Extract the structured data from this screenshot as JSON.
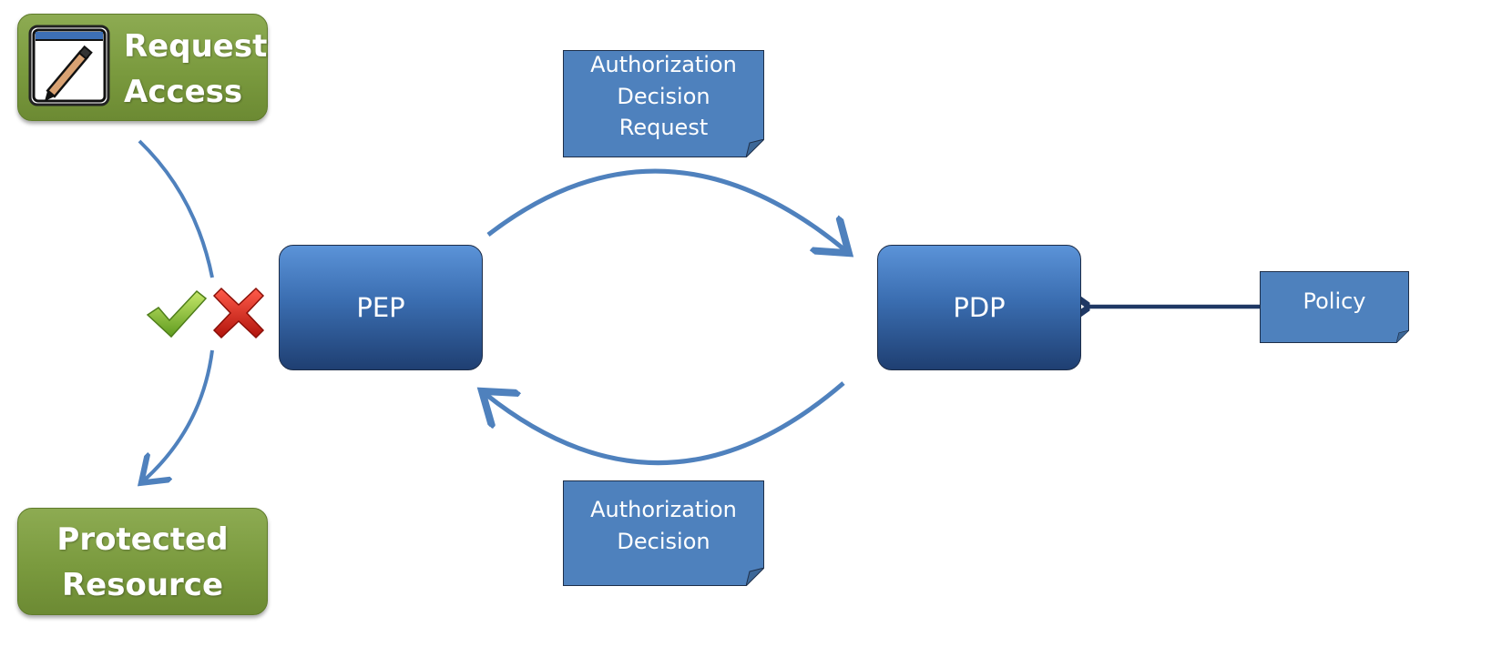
{
  "nodes": {
    "request_access": {
      "label": "Request\nAccess"
    },
    "protected_resource": {
      "label": "Protected\nResource"
    },
    "pep": {
      "label": "PEP"
    },
    "pdp": {
      "label": "PDP"
    }
  },
  "notes": {
    "authorization_request": {
      "label": "Authorization\nDecision\nRequest"
    },
    "authorization_decision": {
      "label": "Authorization\nDecision"
    },
    "policy": {
      "label": "Policy"
    }
  },
  "icons": {
    "request": "pencil-window-icon",
    "permit": "checkmark-icon",
    "deny": "cross-icon"
  },
  "colors": {
    "green": "#7a9a3e",
    "blue_box": "#3a6db0",
    "note": "#4e81bd",
    "arrow_light": "#4f81bd",
    "arrow_dark": "#1f3864",
    "check": "#8cc63f",
    "cross": "#d9261c"
  }
}
